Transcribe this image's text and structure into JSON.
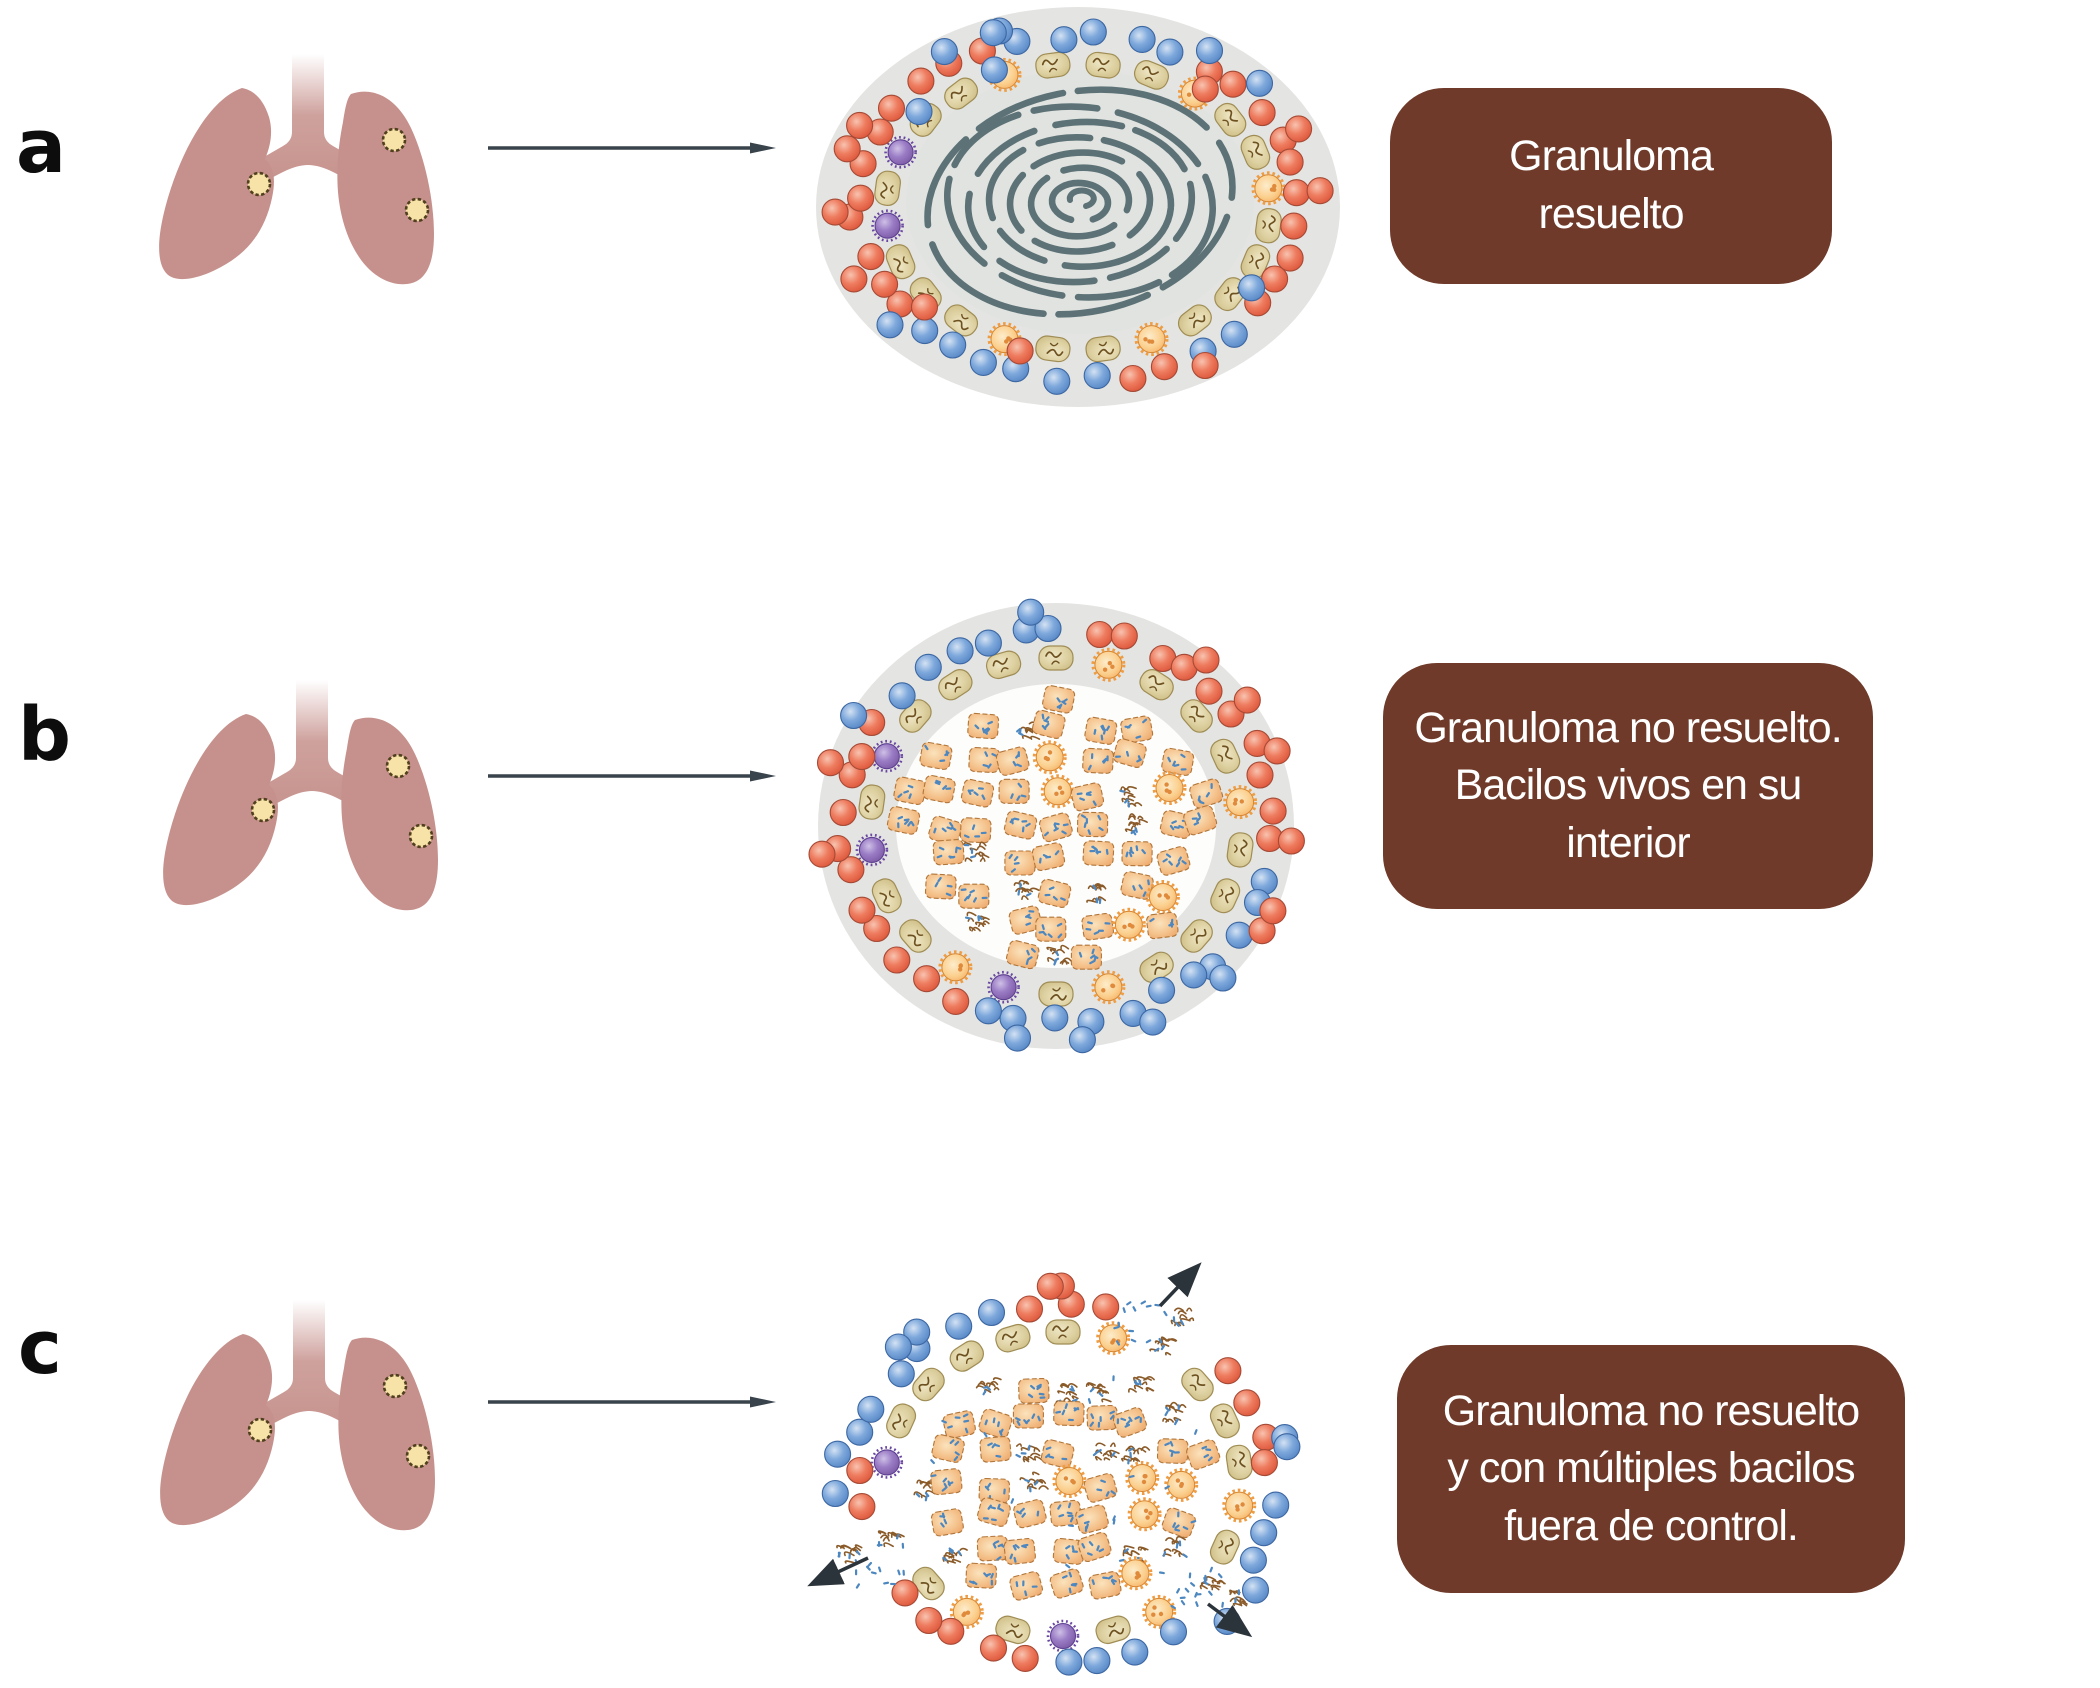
{
  "rows": [
    {
      "label": "a",
      "caption_lines": [
        "Granuloma",
        "resuelto"
      ],
      "granuloma_type": "resolved"
    },
    {
      "label": "b",
      "caption_lines": [
        "Granuloma no resuelto.",
        "Bacilos vivos en su",
        "interior"
      ],
      "granuloma_type": "unresolved-contained"
    },
    {
      "label": "c",
      "caption_lines": [
        "Granuloma no resuelto",
        "y con múltiples bacilos",
        "fuera de control."
      ],
      "granuloma_type": "unresolved-disseminating"
    }
  ],
  "colors": {
    "caption_bg": "#6f3a29",
    "caption_text": "#ffffff",
    "lung": "#c6918c",
    "lesion_fill": "#f7e3a7",
    "lesion_ring": "#51401d",
    "arrow": "#39434c",
    "halo": "#e4e5e2",
    "fibrosis": "#5d7277",
    "lymphocyte_red": "#e2573f",
    "lymphocyte_blue": "#5d8fce",
    "epithelioid": "#ddd0a0",
    "foamy_macrophage": "#f5a652",
    "dendritic_purple": "#8463b4",
    "infected_macrophage": "#f0b275",
    "bacilli": "#4d87c0",
    "bacilli_clump": "#8a5a28"
  }
}
